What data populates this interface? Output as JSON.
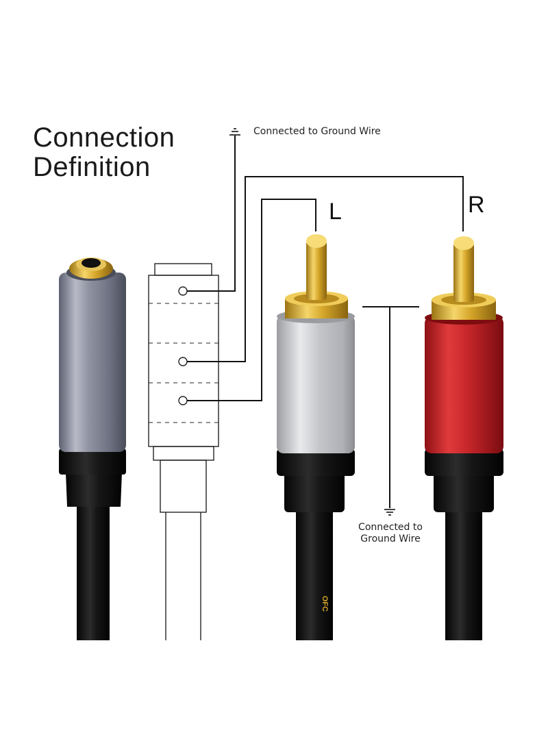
{
  "title": {
    "line1": "Connection",
    "line2": "Definition"
  },
  "labels": {
    "ground_top": "Connected to Ground Wire",
    "ground_bottom_line1": "Connected to",
    "ground_bottom_line2": "Ground Wire",
    "left_channel": "L",
    "right_channel": "R",
    "cable_print": "OFC"
  },
  "icons": {
    "ground_top": "ground-symbol-icon",
    "ground_bottom": "ground-symbol-icon"
  },
  "colors": {
    "gold": "#d4a52a",
    "silver": "#c9cbcf",
    "red": "#c41e22",
    "cable": "#111111",
    "jack_body": "#8c90a0"
  }
}
